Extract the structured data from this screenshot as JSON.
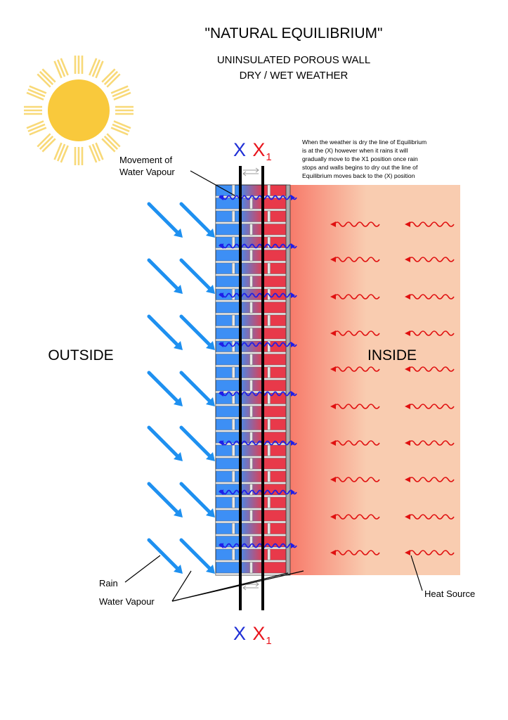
{
  "title": "\"NATURAL EQUILIBRIUM\"",
  "subtitle_line1": "UNINSULATED POROUS WALL",
  "subtitle_line2": "DRY / WET WEATHER",
  "note_lines": [
    "When the weather is dry the line of Equilibrium",
    "is at the (X) however when it rains  it will",
    "gradually move to the X1 position  once rain",
    "stops and walls begins to dry out the line of",
    "Equilibrium moves back to the  (X) position"
  ],
  "labels": {
    "outside": "OUTSIDE",
    "inside": "INSIDE",
    "movement_line1": "Movement of",
    "movement_line2": "Water Vapour",
    "rain": "Rain",
    "water_vapour": "Water Vapour",
    "heat_source": "Heat Source",
    "x": "X",
    "x1_letter": "X",
    "x1_sub": "1"
  },
  "colors": {
    "x_blue": "#1f2fd6",
    "x1_red": "#e8141c",
    "rain_arrow": "#1e90f0",
    "heat_arrow": "#e01010",
    "sun": "#f9c93c",
    "sun_rays": "#f8d978",
    "inside_gradient_start": "#f77a6a",
    "inside_gradient_end": "#f9ccb0",
    "brick_outside": "#3d8ff5",
    "brick_inside": "#e8394a",
    "mortar": "#e6e6e6",
    "vapour_wave": "#1e1ee8"
  },
  "icons": {
    "sun": "sun-icon",
    "rain_arrow": "rain-arrow-icon",
    "heat_arrow": "heat-wave-arrow-icon",
    "vapour": "vapour-wave-arrow-icon"
  }
}
